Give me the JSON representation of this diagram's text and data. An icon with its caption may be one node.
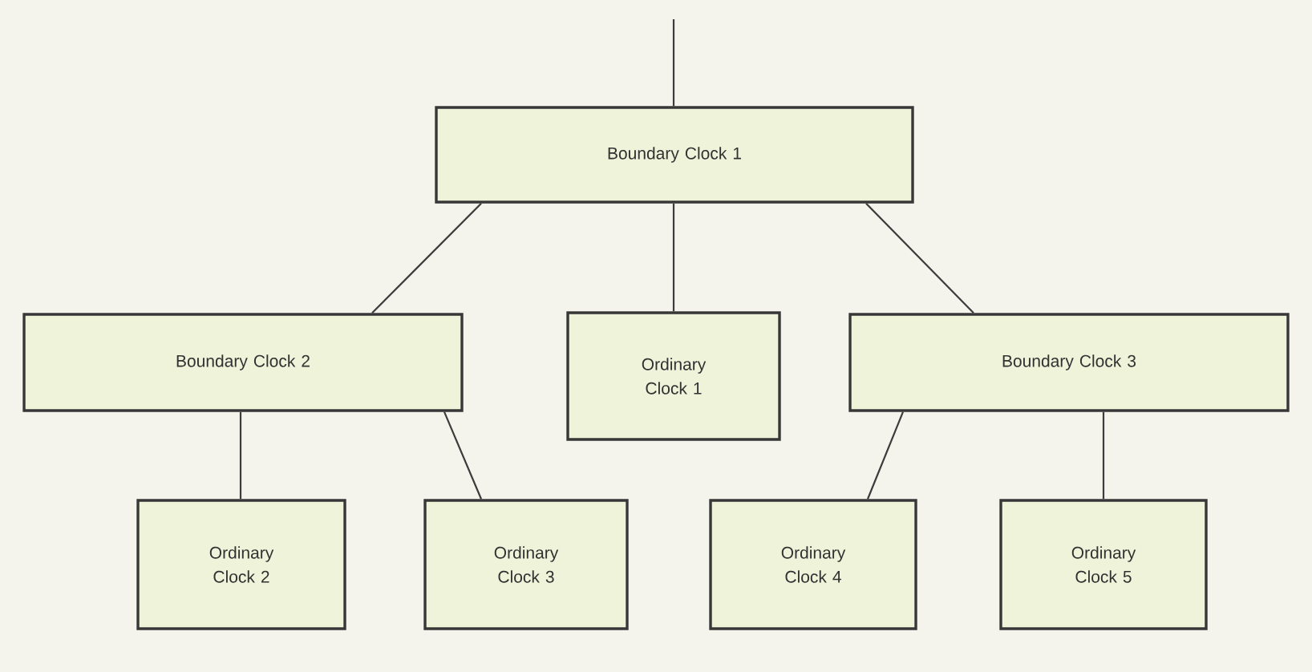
{
  "diagram": {
    "nodes": [
      {
        "text": [
          "Boundary Clock 1"
        ]
      },
      {
        "text": [
          "Boundary Clock 2"
        ]
      },
      {
        "text": [
          "Ordinary Clock 1"
        ]
      },
      {
        "text": [
          "Boundary Clock 3"
        ]
      },
      {
        "text": [
          "Ordinary Clock 2"
        ]
      },
      {
        "text": [
          "Ordinary Clock 3"
        ]
      },
      {
        "text": [
          "Ordinary Clock 4"
        ]
      },
      {
        "text": [
          "Ordinary Clock 5"
        ]
      }
    ],
    "edges": [
      {
        "from": null,
        "to": 0,
        "arrow": "none"
      },
      {
        "from": 0,
        "to": 1,
        "arrow": "none"
      },
      {
        "from": 0,
        "to": 2,
        "arrow": "none"
      },
      {
        "from": 0,
        "to": 3,
        "arrow": "none"
      },
      {
        "from": 1,
        "to": 4,
        "arrow": "none"
      },
      {
        "from": 1,
        "to": 5,
        "arrow": "none"
      },
      {
        "from": 3,
        "to": 6,
        "arrow": "none"
      },
      {
        "from": 3,
        "to": 7,
        "arrow": "none"
      }
    ]
  }
}
